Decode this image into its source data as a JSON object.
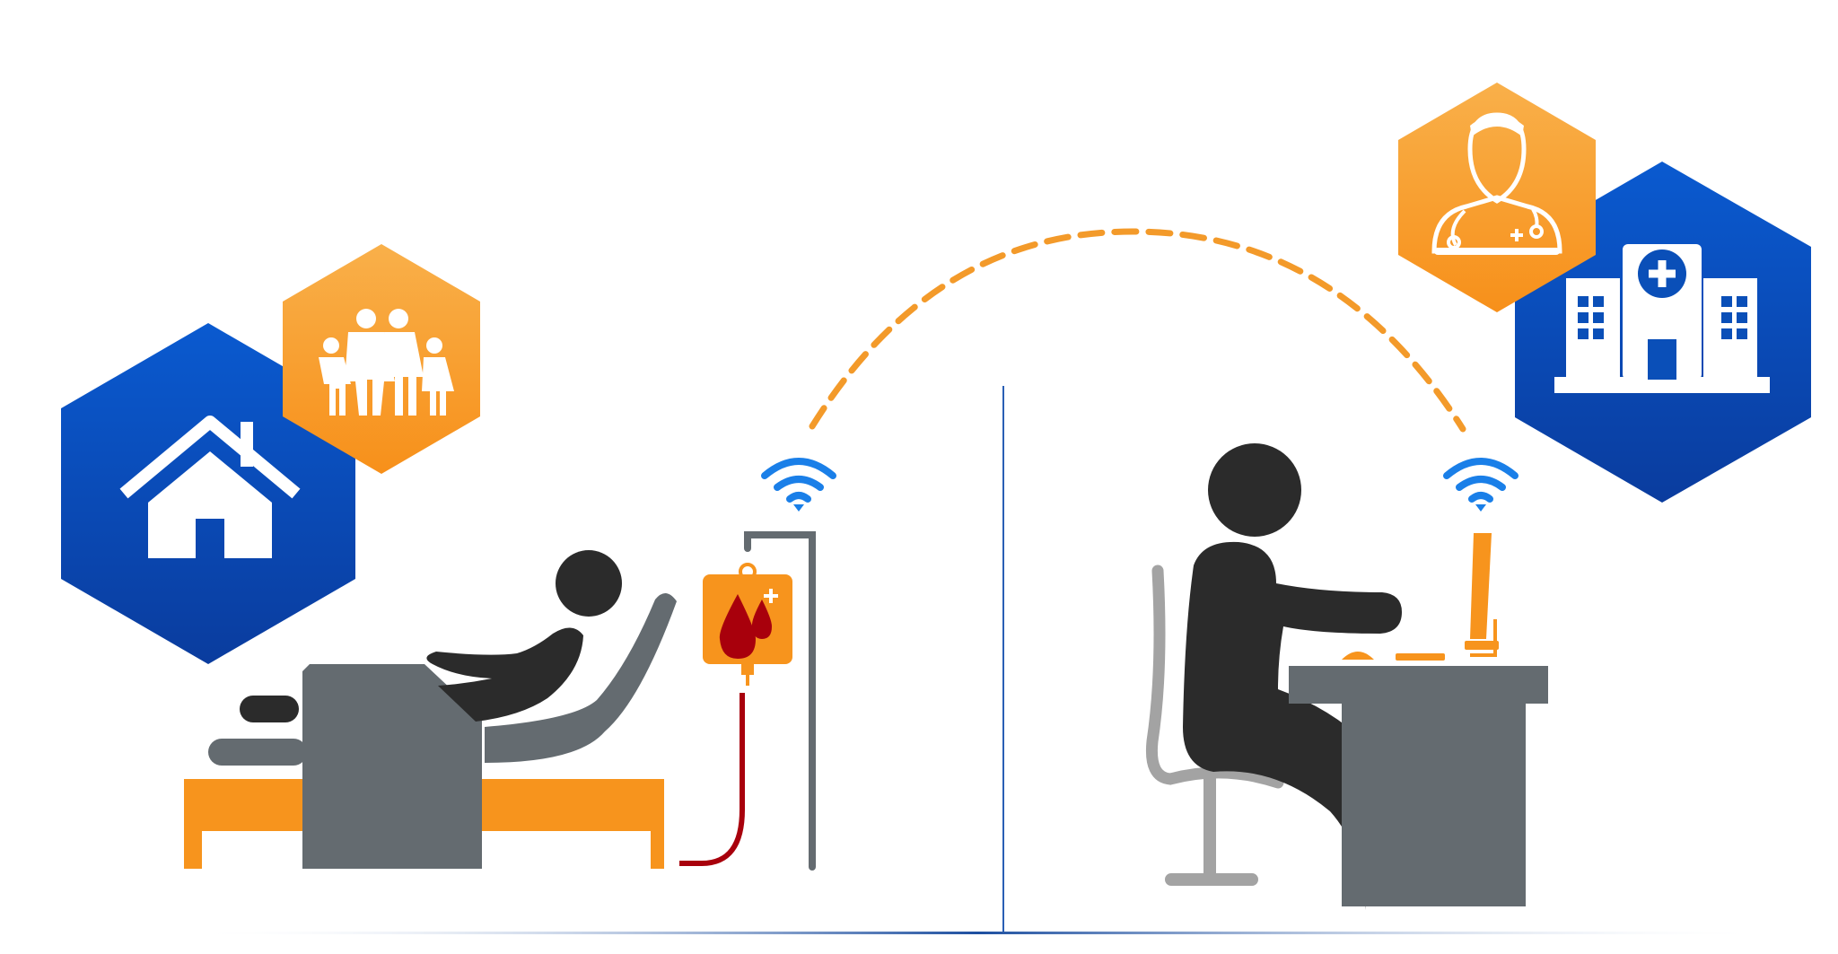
{
  "scene": {
    "left_context": "home",
    "right_context": "hospital",
    "connection": "wireless",
    "icons": [
      "home-icon",
      "family-icon",
      "wifi-icon",
      "blood-bag-icon",
      "patient-bed-icon",
      "doctor-icon",
      "hospital-icon",
      "wifi-icon",
      "clinician-desk-icon",
      "computer-monitor-icon"
    ]
  },
  "colors": {
    "blue": "#0a4fb8",
    "blue_dark": "#0b3fa0",
    "orange": "#f7941d",
    "orange_light": "#f9b24c",
    "dark_gray": "#2b2b2b",
    "mid_gray": "#646b70",
    "light_gray": "#a3a3a3",
    "wifi_blue": "#1a7fe8",
    "blood_red": "#a8000c",
    "white": "#ffffff"
  }
}
